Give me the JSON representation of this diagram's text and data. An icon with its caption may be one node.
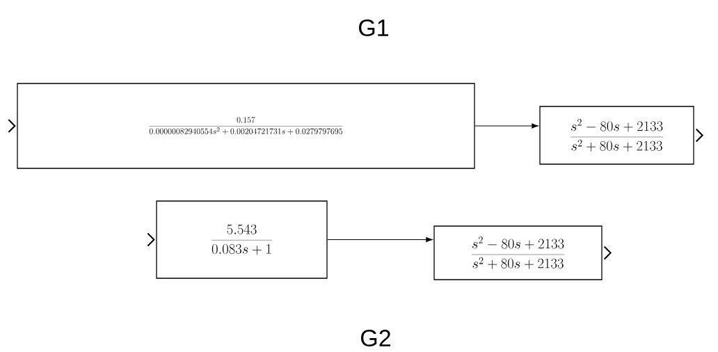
{
  "diagram": {
    "nodes": [
      {
        "text": [
          "\\frac{0.157}{0.00000082940554s^2+0.00204721731s+0.0279797695}"
        ]
      },
      {
        "text": [
          "\\frac{s^2-80s+2133}{s^2+80s+2133}"
        ]
      },
      {
        "text": [
          "\\frac{5.543}{0.083s+1}"
        ]
      },
      {
        "text": [
          "\\frac{s^2-80s+2133}{s^2+80s+2133}"
        ]
      }
    ],
    "edges": [
      {
        "from": 0,
        "to": 1,
        "arrow": "to"
      },
      {
        "from": 2,
        "to": 3,
        "arrow": "to"
      }
    ],
    "labels": [
      "G1",
      "G2"
    ]
  }
}
